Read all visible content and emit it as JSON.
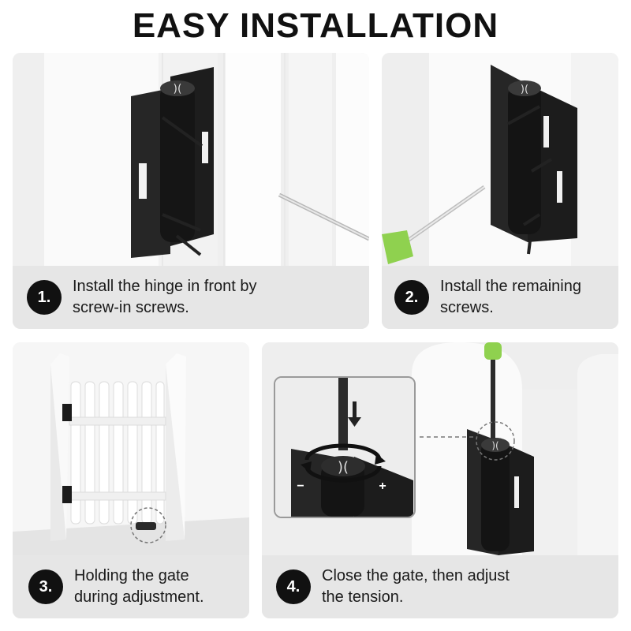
{
  "page": {
    "title": "EASY INSTALLATION"
  },
  "steps": [
    {
      "number": "1.",
      "line1": "Install the hinge in front by",
      "line2": "screw-in screws."
    },
    {
      "number": "2.",
      "line1": "Install the remaining",
      "line2": "screws."
    },
    {
      "number": "3.",
      "line1": "Holding the gate",
      "line2": "during adjustment."
    },
    {
      "number": "4.",
      "line1": "Close the gate, then adjust",
      "line2": "the tension."
    }
  ],
  "adjust_symbols": {
    "minus": "−",
    "plus": "+"
  },
  "colors": {
    "hinge": "#1b1b1b",
    "post": "#f7f7f7",
    "screwdriver_handle": "#8fd14f",
    "caption_bg": "#e6e6e6"
  },
  "icons": [
    "hinge-icon",
    "screw-icon",
    "screwdriver-icon",
    "rotate-arrow-icon",
    "down-arrow-icon",
    "dashed-circle-icon"
  ]
}
